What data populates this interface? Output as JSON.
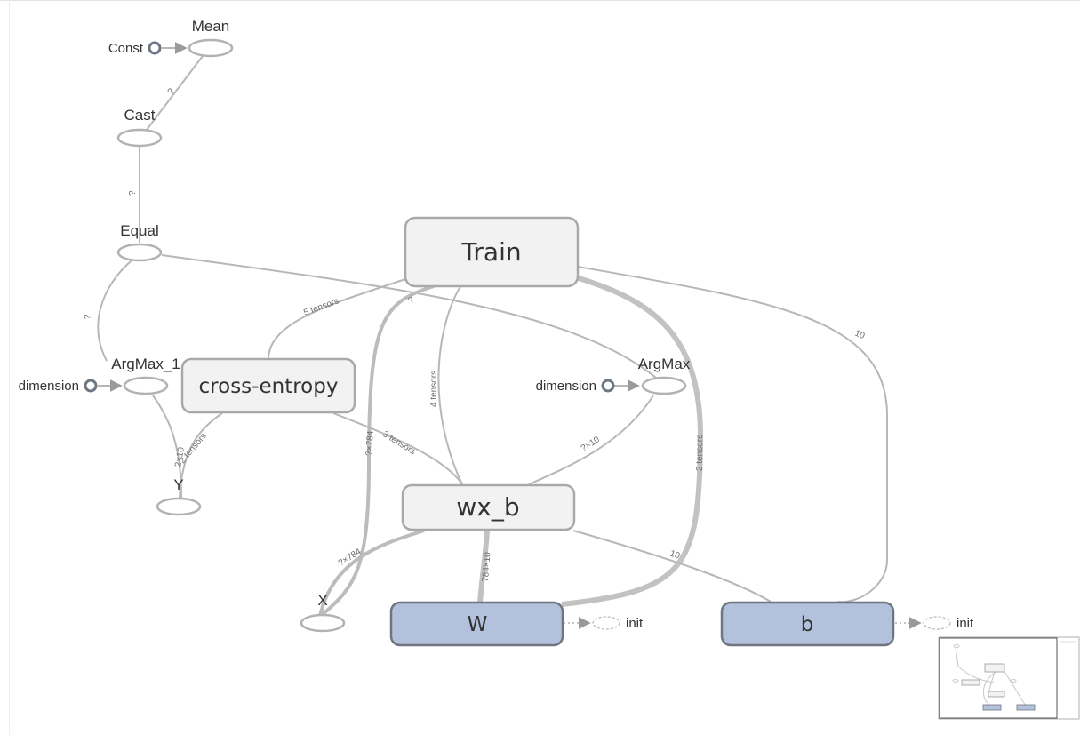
{
  "nodes": {
    "mean": "Mean",
    "const": "Const",
    "cast": "Cast",
    "equal": "Equal",
    "argmax_1": "ArgMax_1",
    "dimension_left": "dimension",
    "argmax": "ArgMax",
    "dimension_right": "dimension",
    "y": "Y",
    "x": "X",
    "train": "Train",
    "cross_entropy": "cross-entropy",
    "wx_b": "wx_b",
    "w": "W",
    "b": "b",
    "w_init": "init",
    "b_init": "init"
  },
  "edge_labels": {
    "cast_mean": "?",
    "equal_cast": "?",
    "argmax1_equal": "?",
    "train_xent": "5 tensors",
    "train_x": "?",
    "train_wxb": "4 tensors",
    "train_w": "2 tensors",
    "train_b": "10",
    "xent_y_a": "2×10",
    "xent_y_b": "2 tensors",
    "xent_wxb": "3 tensors",
    "x_train": "?×784",
    "argmax_wxb": "?×10",
    "x_wxb": "?×784",
    "w_wxb": "784×10",
    "wxb_b": "10"
  },
  "colors": {
    "op_stroke": "#b2b2b2",
    "namespace_fill": "#f2f2f2",
    "variable_fill": "#b3c1dd",
    "const_stroke": "#6e7784",
    "edge": "#b7b7b7"
  }
}
